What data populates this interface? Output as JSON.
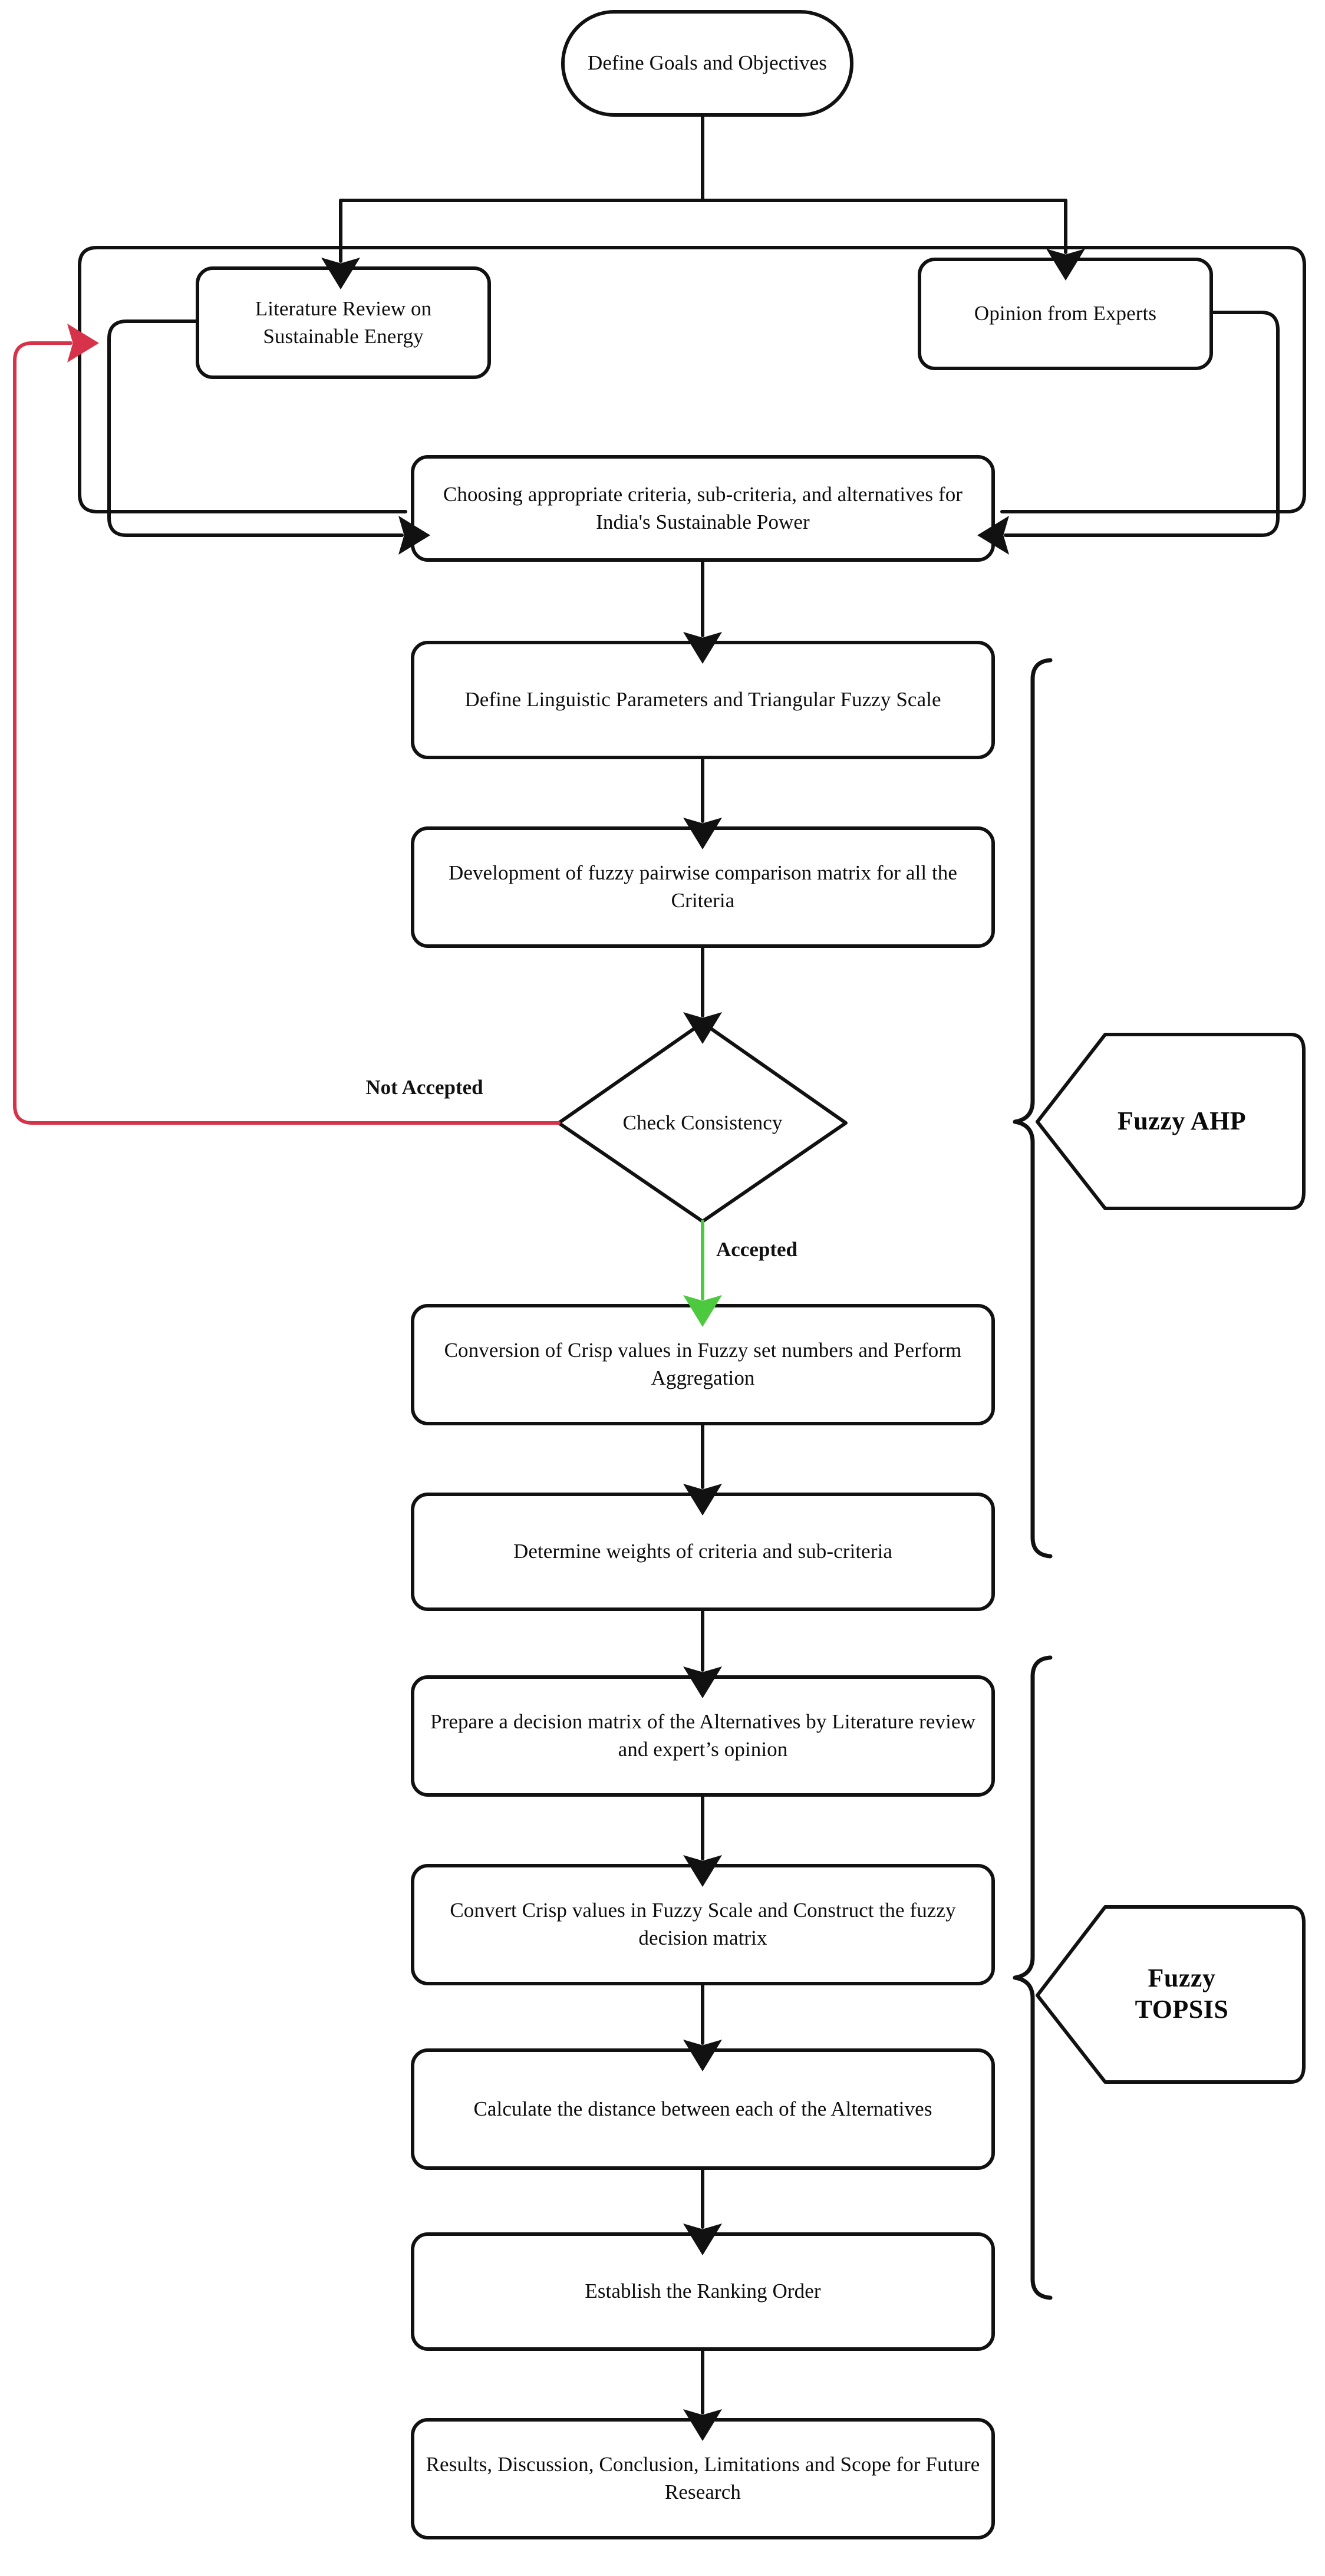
{
  "diagram": {
    "title": "Research methodology flowchart for Fuzzy AHP and Fuzzy TOPSIS",
    "colors": {
      "stroke": "#111111",
      "background": "#ffffff",
      "text": "#0d0d0d",
      "not_accepted_edge": "#d6334a",
      "accepted_edge": "#4cc93f"
    }
  },
  "nodes": {
    "start": {
      "label": "Define Goals and Objectives",
      "shape": "stadium"
    },
    "literature_review": {
      "label": "Literature Review on Sustainable Energy",
      "shape": "rounded-rect"
    },
    "expert_opinion": {
      "label": "Opinion from Experts",
      "shape": "rounded-rect"
    },
    "choose_criteria": {
      "label": "Choosing appropriate criteria, sub-criteria, and alternatives for India's Sustainable Power",
      "shape": "rounded-rect"
    },
    "define_linguistic": {
      "label": "Define Linguistic Parameters and Triangular Fuzzy Scale",
      "shape": "rounded-rect"
    },
    "pairwise_matrix": {
      "label": "Development of fuzzy pairwise comparison matrix for all the Criteria",
      "shape": "rounded-rect"
    },
    "check_consistency": {
      "label": "Check Consistency",
      "shape": "diamond"
    },
    "crisp_conversion": {
      "label": "Conversion of Crisp values in Fuzzy set numbers and Perform Aggregation",
      "shape": "rounded-rect"
    },
    "determine_weights": {
      "label": "Determine weights of criteria and sub-criteria",
      "shape": "rounded-rect"
    },
    "decision_matrix": {
      "label": "Prepare a decision matrix of the Alternatives by Literature review and expert’s opinion",
      "shape": "rounded-rect"
    },
    "fuzzy_decision_matrix": {
      "label": "Convert Crisp values in Fuzzy Scale and Construct the fuzzy decision matrix",
      "shape": "rounded-rect"
    },
    "calculate_distance": {
      "label": "Calculate the distance between each of the Alternatives",
      "shape": "rounded-rect"
    },
    "ranking_order": {
      "label": "Establish the Ranking Order",
      "shape": "rounded-rect"
    },
    "results": {
      "label": "Results, Discussion, Conclusion, Limitations and Scope for Future Research",
      "shape": "rounded-rect"
    }
  },
  "edge_labels": {
    "not_accepted": "Not Accepted",
    "accepted": "Accepted"
  },
  "phase_labels": {
    "fuzzy_ahp": {
      "line1": "Fuzzy AHP",
      "line2": ""
    },
    "fuzzy_topsis": {
      "line1": "Fuzzy",
      "line2": "TOPSIS"
    }
  }
}
